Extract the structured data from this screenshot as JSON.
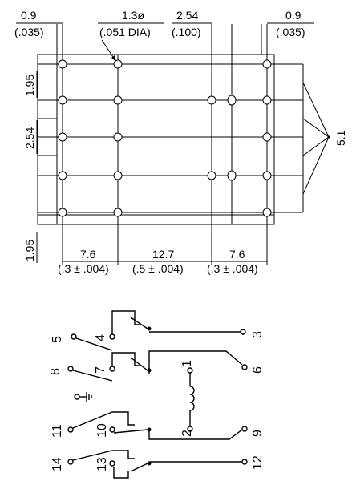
{
  "top_dims": {
    "left_mm": "0.9",
    "left_in": "(.035)",
    "hole_mm": "1.3ø",
    "hole_in": "(.051 DIA)",
    "pitch_mm": "2.54",
    "pitch_in": "(.100)",
    "right_mm": "0.9",
    "right_in": "(.035)"
  },
  "left_dims": {
    "top": "1.95",
    "mid": "2.54",
    "bottom": "1.95"
  },
  "right_dim": "5.1",
  "bottom_dims": {
    "d1_mm": "7.6",
    "d1_in": "(.3 ± .004)",
    "d2_mm": "12.7",
    "d2_in": "(.5 ± .004)",
    "d3_mm": "7.6",
    "d3_in": "(.3 ± .004)"
  },
  "pins": [
    "5",
    "4",
    "3",
    "8",
    "7",
    "1",
    "6",
    "11",
    "10",
    "2",
    "9",
    "14",
    "13",
    "12"
  ]
}
